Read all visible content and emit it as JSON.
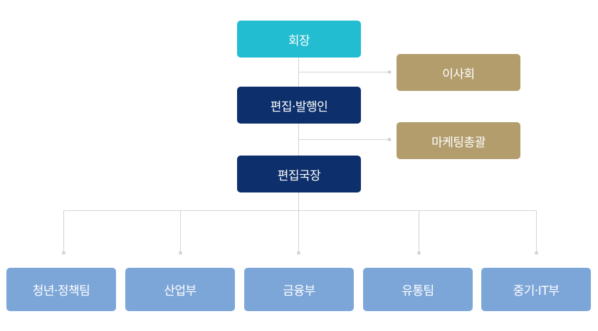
{
  "colors": {
    "chairman": "#22bdd0",
    "executive": "#0d2f6b",
    "advisory": "#b39d6d",
    "department": "#7da6d8",
    "connector": "#d4d4d4"
  },
  "org": {
    "chairman": "회장",
    "publisher": "편집·발행인",
    "editor_in_chief": "편집국장",
    "board": "이사회",
    "marketing": "마케팅총괄",
    "departments": [
      "청년·정책팀",
      "산업부",
      "금융부",
      "유통팀",
      "중기·IT부"
    ]
  }
}
